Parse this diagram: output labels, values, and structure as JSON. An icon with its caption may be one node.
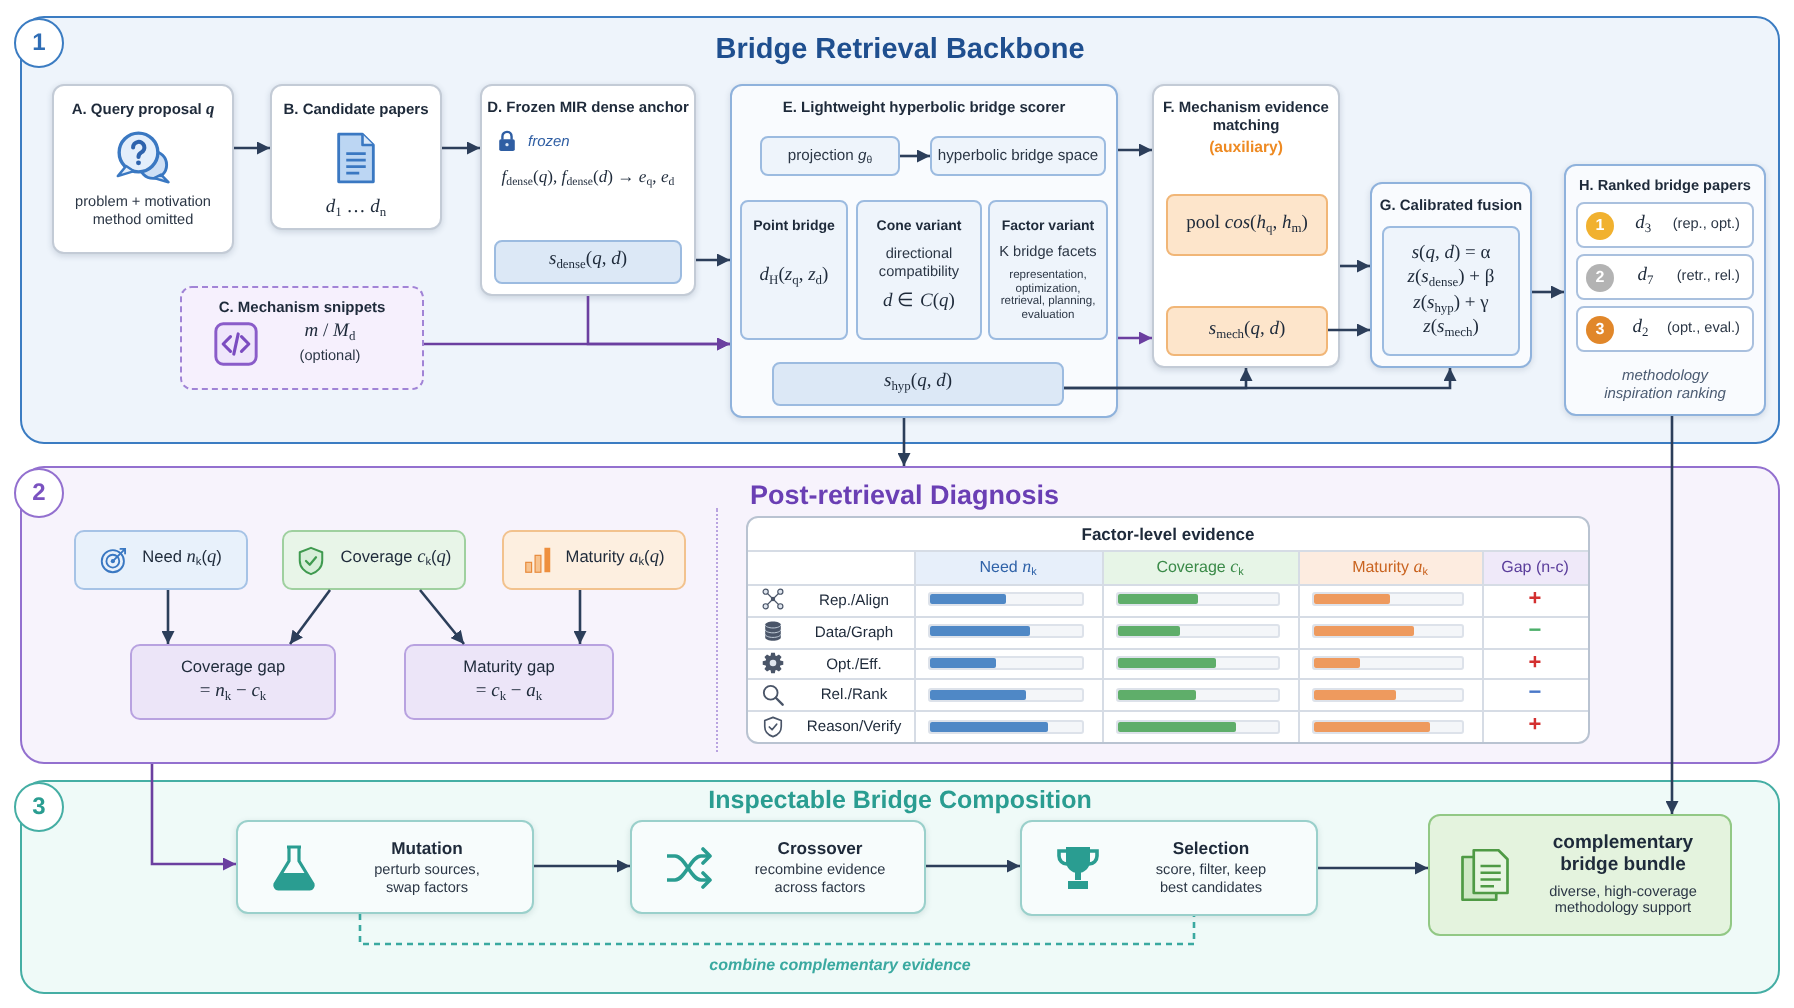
{
  "diagram": {
    "nodes": [
      {
        "text": [
          "1",
          "Bridge Retrieval Backbone"
        ]
      },
      {
        "text": [
          "A. Query proposal *q*",
          "problem + motivation method omitted"
        ],
        "in": 0
      },
      {
        "text": [
          "B. Candidate papers",
          "*d*$_{1}$ … *d*$_{n}$"
        ],
        "in": 0
      },
      {
        "text": [
          "C. Mechanism snippets",
          "*m* / *M*$_{d}$",
          "(optional)"
        ],
        "in": 0
      },
      {
        "text": [
          "D. Frozen MIR dense anchor",
          "frozen",
          "*f*$_{dense}$(*q*), *f*$_{dense}$(*d*) → *e*$_{q}$, *e*$_{d}$"
        ],
        "in": 0
      },
      {
        "text": [
          "*s*$_{dense}$(*q*, *d*)"
        ],
        "in": 4
      },
      {
        "text": [
          "E. Lightweight hyperbolic bridge scorer"
        ],
        "in": 0
      },
      {
        "text": [
          "projection *g*$_{θ}$"
        ],
        "in": 6
      },
      {
        "text": [
          "hyperbolic bridge space"
        ],
        "in": 6
      },
      {
        "text": [
          "Point bridge",
          "*d*$_{H}$(*z*$_{q}$, *z*$_{d}$)"
        ],
        "in": 6
      },
      {
        "text": [
          "Cone variant",
          "directional compatibility",
          "*d* ∈ *C*(*q*)"
        ],
        "in": 6
      },
      {
        "text": [
          "Factor variant",
          "K bridge facets",
          "representation, optimization, retrieval, planning, evaluation"
        ],
        "in": 6
      },
      {
        "text": [
          "*s*$_{hyp}$(*q*, *d*)"
        ],
        "in": 6
      },
      {
        "text": [
          "F. Mechanism evidence matching",
          "(auxiliary)"
        ],
        "in": 0
      },
      {
        "text": [
          "pool *cos*(*h*$_{q}$, *h*$_{m}$)"
        ],
        "in": 13
      },
      {
        "text": [
          "*s*$_{mech}$(*q*, *d*)"
        ],
        "in": 13
      },
      {
        "text": [
          "G. Calibrated fusion"
        ],
        "in": 0
      },
      {
        "text": [
          "*s*(*q*, *d*) = α *z*(*s*$_{dense}$) + β *z*(*s*$_{hyp}$) + γ *z*(*s*$_{mech}$)"
        ],
        "in": 16
      },
      {
        "text": [
          "H. Ranked bridge papers",
          "methodology inspiration ranking"
        ],
        "in": 0
      },
      {
        "text": [
          "1",
          "*d*$_{3}$",
          "(rep., opt.)"
        ],
        "in": 18
      },
      {
        "text": [
          "2",
          "*d*$_{7}$",
          "(retr., rel.)"
        ],
        "in": 18
      },
      {
        "text": [
          "3",
          "*d*$_{2}$",
          "(opt., eval.)"
        ],
        "in": 18
      },
      {
        "text": [
          "2",
          "Post-retrieval Diagnosis"
        ]
      },
      {
        "text": [
          "Need *n*$_{k}$(*q*)"
        ],
        "in": 22
      },
      {
        "text": [
          "Coverage *c*$_{k}$(*q*)"
        ],
        "in": 22
      },
      {
        "text": [
          "Maturity *a*$_{k}$(*q*)"
        ],
        "in": 22
      },
      {
        "text": [
          "Coverage gap",
          "= *n*$_{k}$ − *c*$_{k}$"
        ],
        "in": 22
      },
      {
        "text": [
          "Maturity gap",
          "= *c*$_{k}$ − *a*$_{k}$"
        ],
        "in": 22
      },
      {
        "text": [
          "Factor-level evidence"
        ],
        "in": 22
      },
      {
        "text": [
          "3",
          "Inspectable Bridge Composition"
        ]
      },
      {
        "text": [
          "Mutation",
          "perturb sources, swap factors"
        ],
        "in": 29
      },
      {
        "text": [
          "Crossover",
          "recombine evidence across factors"
        ],
        "in": 29
      },
      {
        "text": [
          "Selection",
          "score, filter, keep best candidates"
        ],
        "in": 29
      },
      {
        "text": [
          "complementary bridge bundle",
          "diverse, high-coverage methodology support"
        ],
        "in": 29
      }
    ],
    "edges": [
      {
        "from": 1,
        "to": 2,
        "arrow": "to"
      },
      {
        "from": 2,
        "to": 4,
        "arrow": "to"
      },
      {
        "from": 4,
        "to": 6,
        "arrow": "to"
      },
      {
        "from": 3,
        "to": 6,
        "arrow": "to",
        "color": "#6b3fa0"
      },
      {
        "from": 4,
        "to": 6,
        "arrow": "to",
        "color": "#6b3fa0"
      },
      {
        "from": 7,
        "to": 8,
        "arrow": "to"
      },
      {
        "from": 6,
        "to": 13,
        "arrow": "to"
      },
      {
        "from": 6,
        "to": 13,
        "arrow": "to",
        "color": "#6b3fa0"
      },
      {
        "from": 12,
        "to": 13,
        "arrow": "to"
      },
      {
        "from": 12,
        "to": 16,
        "arrow": "to"
      },
      {
        "from": 13,
        "to": 16,
        "arrow": "to"
      },
      {
        "from": 15,
        "to": 16,
        "arrow": "to"
      },
      {
        "from": 16,
        "to": 18,
        "arrow": "to"
      },
      {
        "from": 6,
        "to": 22,
        "arrow": "to"
      },
      {
        "from": 18,
        "to": 33,
        "arrow": "to"
      },
      {
        "from": 23,
        "to": 26,
        "arrow": "to"
      },
      {
        "from": 24,
        "to": 26,
        "arrow": "to"
      },
      {
        "from": 24,
        "to": 27,
        "arrow": "to"
      },
      {
        "from": 25,
        "to": 27,
        "arrow": "to"
      },
      {
        "from": 22,
        "to": 30,
        "arrow": "to",
        "color": "#6b3fa0"
      },
      {
        "from": 30,
        "to": 31,
        "arrow": "to"
      },
      {
        "from": 31,
        "to": 32,
        "arrow": "to"
      },
      {
        "from": 32,
        "to": 33,
        "arrow": "to"
      },
      {
        "from": 30,
        "to": 32,
        "arrow": "none",
        "style": "dashed",
        "color": "#3aa9a0",
        "label": "combine complementary evidence"
      }
    ],
    "labels": [
      "Need *n*$_{k}$",
      "Coverage *c*$_{k}$",
      "Maturity *a*$_{k}$",
      "Gap (n-c)",
      "Rep./Align",
      "+",
      "Data/Graph",
      "−",
      "Opt./Eff.",
      "+",
      "Rel./Rank",
      "−",
      "Reason/Verify",
      "+"
    ]
  }
}
